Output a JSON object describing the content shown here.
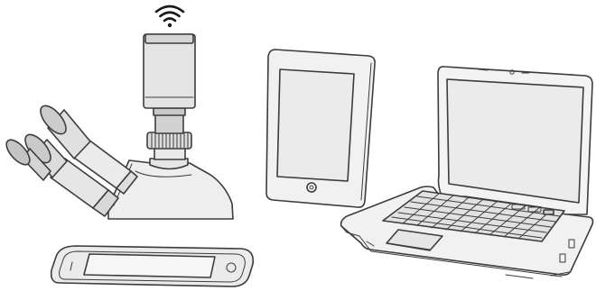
{
  "illustration": {
    "devices": [
      {
        "name": "wifi-camera",
        "icon": "wifi-icon"
      },
      {
        "name": "trinocular-microscope-head"
      },
      {
        "name": "tablet"
      },
      {
        "name": "laptop"
      },
      {
        "name": "smartphone"
      }
    ],
    "colors": {
      "stroke": "#3c3c3c",
      "fill_light": "#f2f2f2",
      "fill_mid": "#e3e3e3",
      "fill_dark": "#cfcfcf",
      "screen": "#ebebeb",
      "background": "#ffffff"
    }
  }
}
